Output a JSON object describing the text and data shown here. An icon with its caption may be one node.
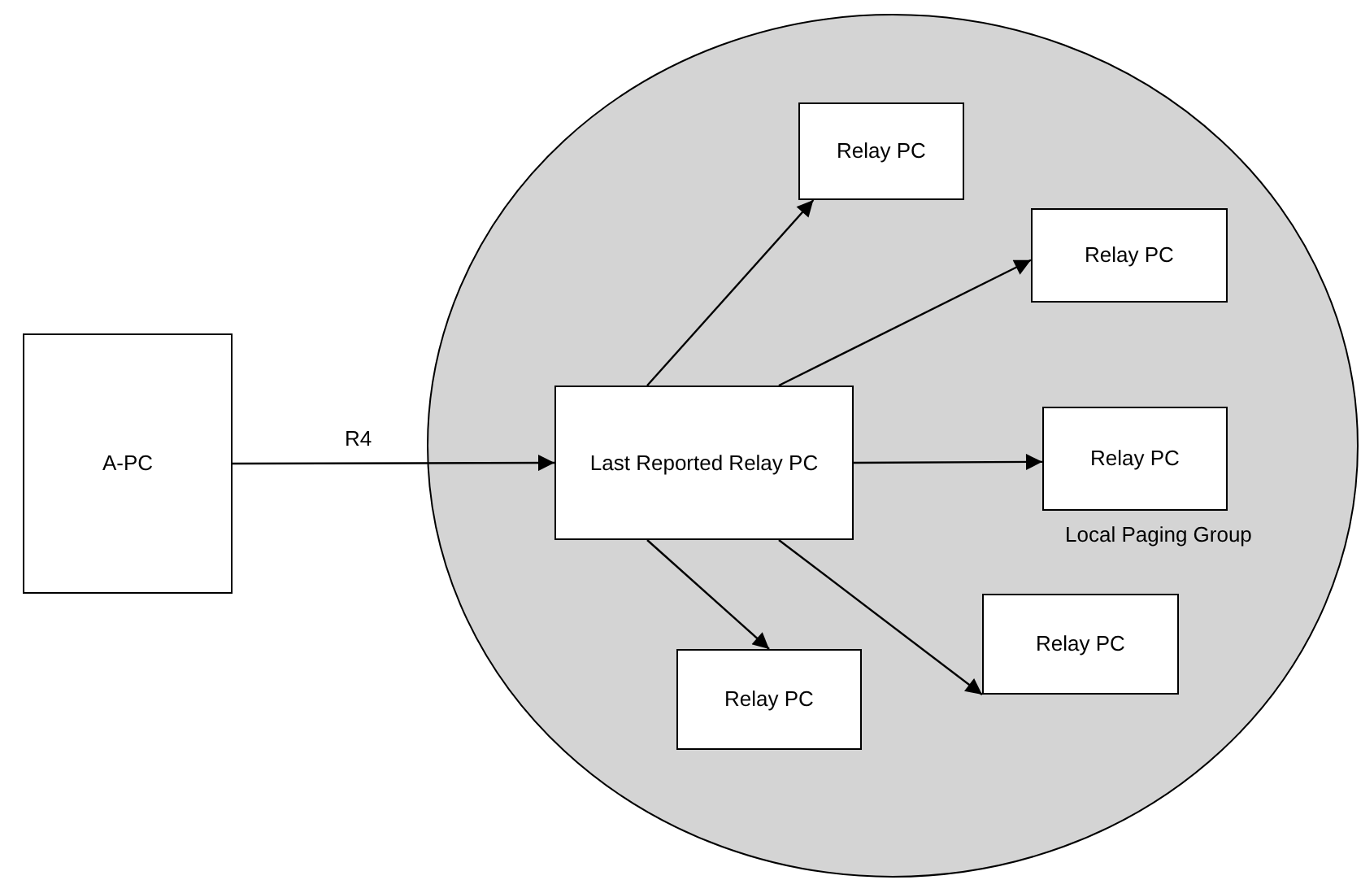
{
  "diagram": {
    "nodes": [
      {
        "text": [
          "A-PC"
        ]
      },
      {
        "text": [
          "Local Paging Group"
        ]
      },
      {
        "text": [
          "Last Reported Relay PC"
        ],
        "in": 1
      },
      {
        "text": [
          "Relay PC"
        ],
        "in": 1
      },
      {
        "text": [
          "Relay PC"
        ],
        "in": 1
      },
      {
        "text": [
          "Relay PC"
        ],
        "in": 1
      },
      {
        "text": [
          "Relay PC"
        ],
        "in": 1
      },
      {
        "text": [
          "Relay PC"
        ],
        "in": 1
      }
    ],
    "edges": [
      {
        "from": 0,
        "to": 2,
        "arrow": "to",
        "label": "R4"
      },
      {
        "from": 2,
        "to": 3,
        "arrow": "to"
      },
      {
        "from": 2,
        "to": 4,
        "arrow": "to"
      },
      {
        "from": 2,
        "to": 5,
        "arrow": "to"
      },
      {
        "from": 2,
        "to": 6,
        "arrow": "to"
      },
      {
        "from": 2,
        "to": 7,
        "arrow": "to"
      }
    ]
  }
}
